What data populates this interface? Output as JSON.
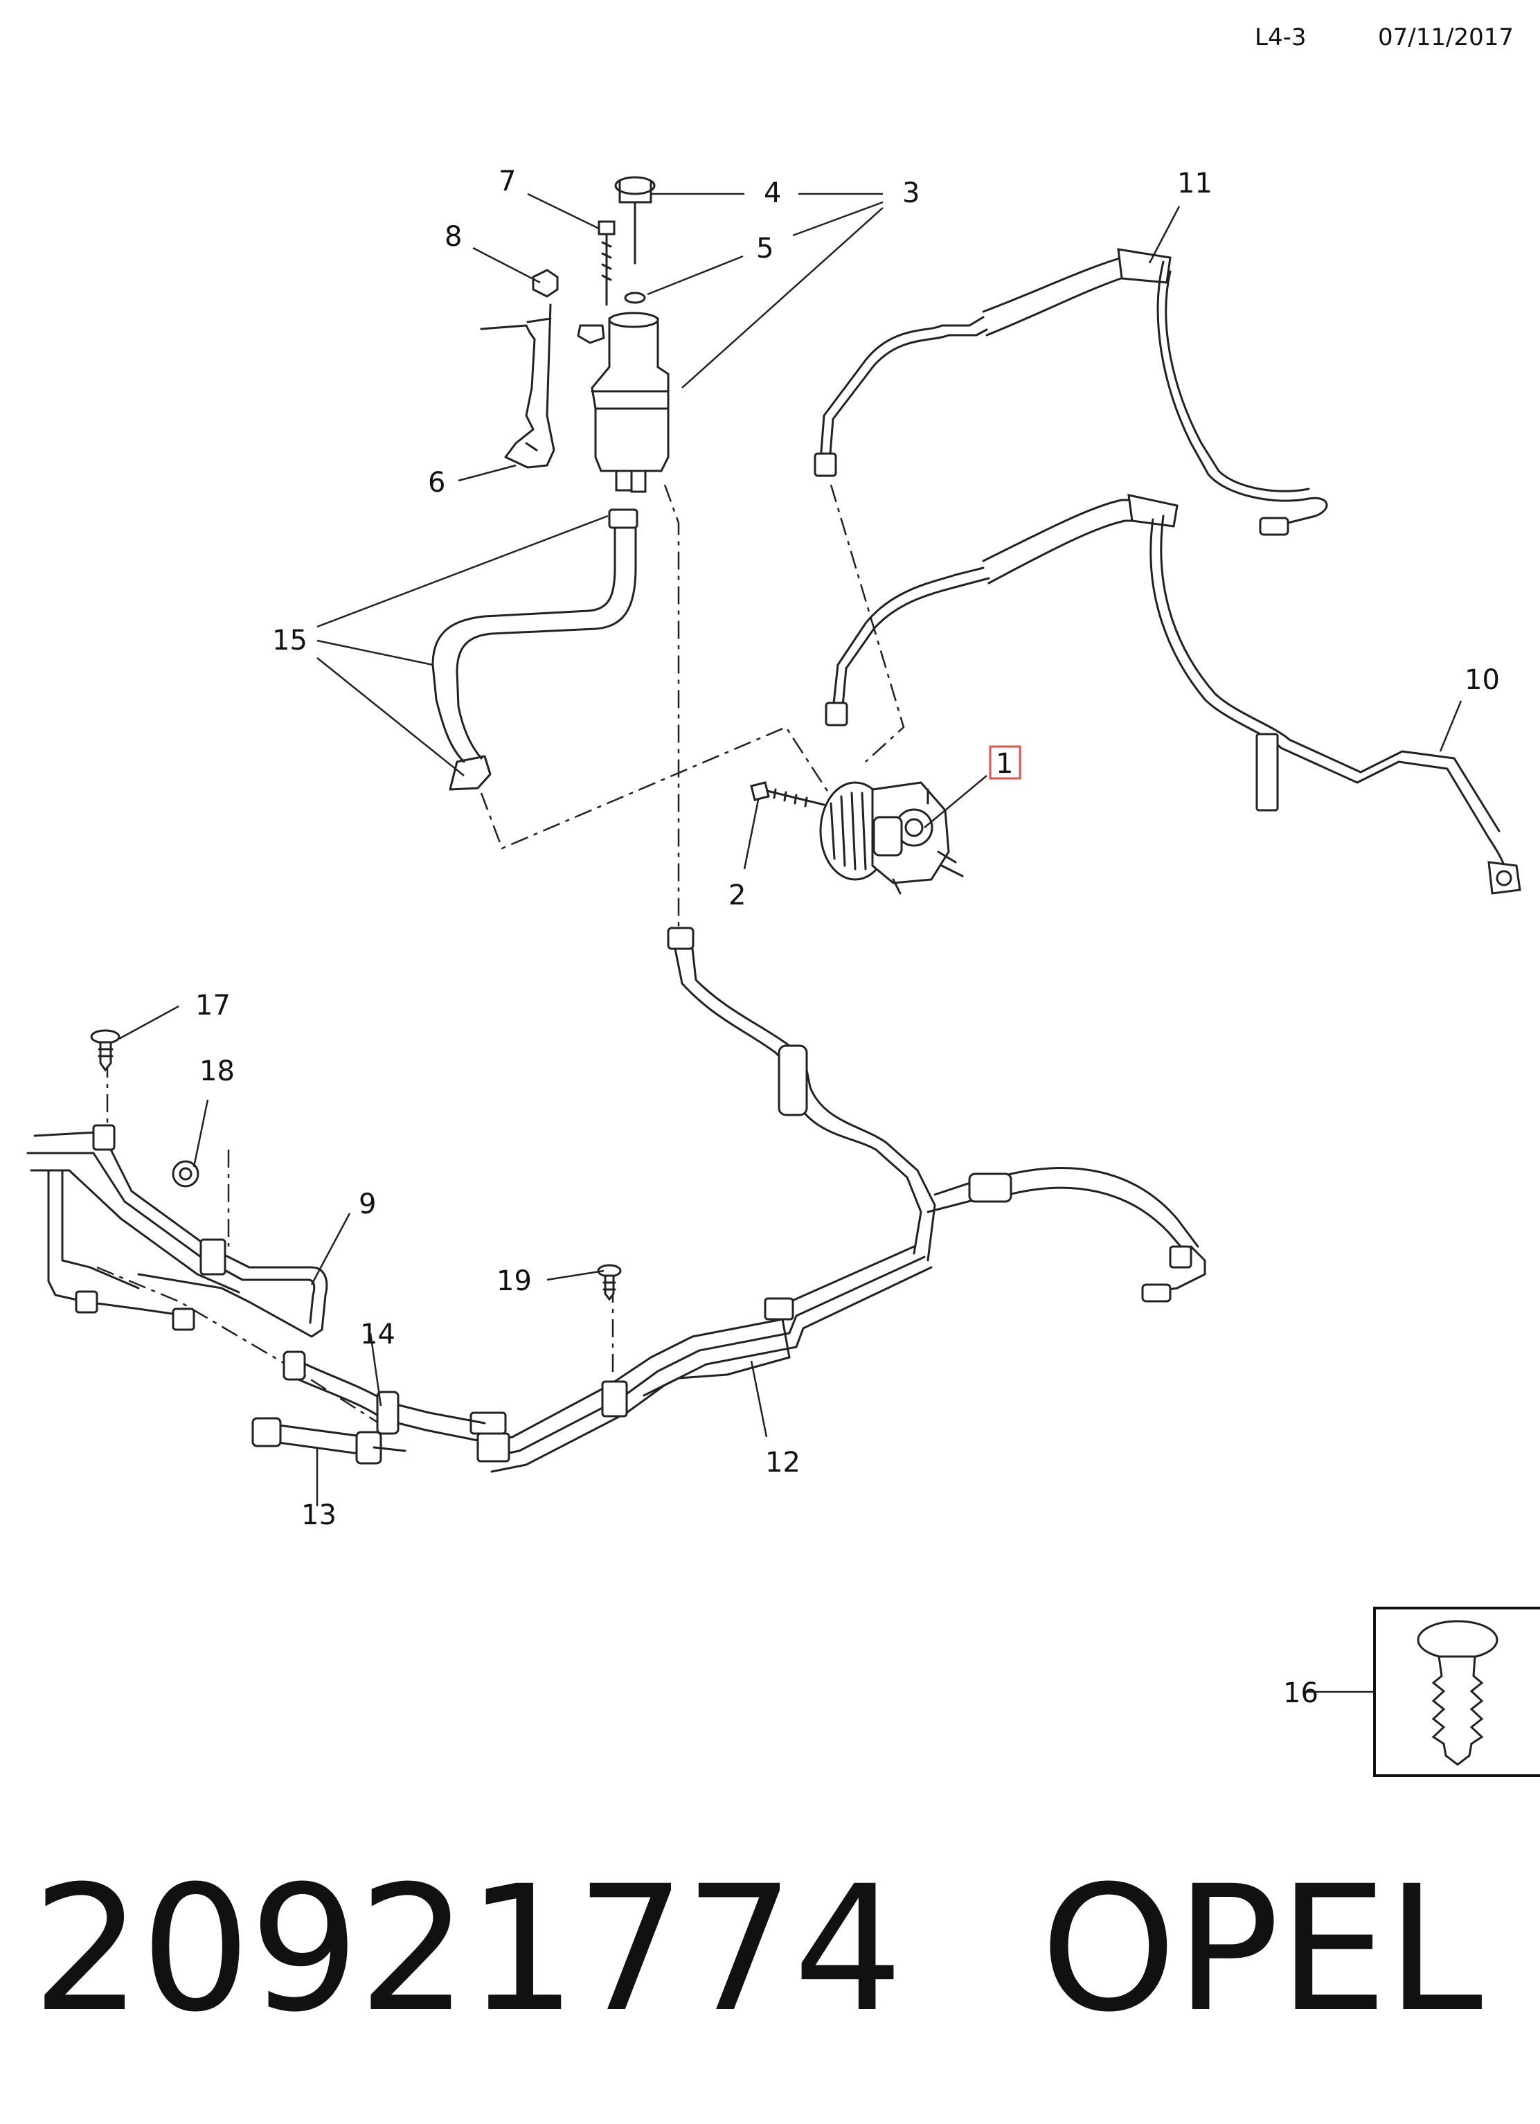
{
  "header": {
    "sheet": "L4-3",
    "date": "07/11/2017"
  },
  "callouts": [
    {
      "id": "callout-1",
      "label": "1",
      "highlighted": true
    },
    {
      "id": "callout-2",
      "label": "2"
    },
    {
      "id": "callout-3",
      "label": "3"
    },
    {
      "id": "callout-4",
      "label": "4"
    },
    {
      "id": "callout-5",
      "label": "5"
    },
    {
      "id": "callout-6",
      "label": "6"
    },
    {
      "id": "callout-7",
      "label": "7"
    },
    {
      "id": "callout-8",
      "label": "8"
    },
    {
      "id": "callout-9",
      "label": "9"
    },
    {
      "id": "callout-10",
      "label": "10"
    },
    {
      "id": "callout-11",
      "label": "11"
    },
    {
      "id": "callout-12",
      "label": "12"
    },
    {
      "id": "callout-13",
      "label": "13"
    },
    {
      "id": "callout-14",
      "label": "14"
    },
    {
      "id": "callout-15",
      "label": "15"
    },
    {
      "id": "callout-16",
      "label": "16"
    },
    {
      "id": "callout-17",
      "label": "17"
    },
    {
      "id": "callout-18",
      "label": "18"
    },
    {
      "id": "callout-19",
      "label": "19"
    }
  ],
  "highlight_color": "#e05050",
  "footer": {
    "part_number": "20921774",
    "brand": "OPEL"
  }
}
